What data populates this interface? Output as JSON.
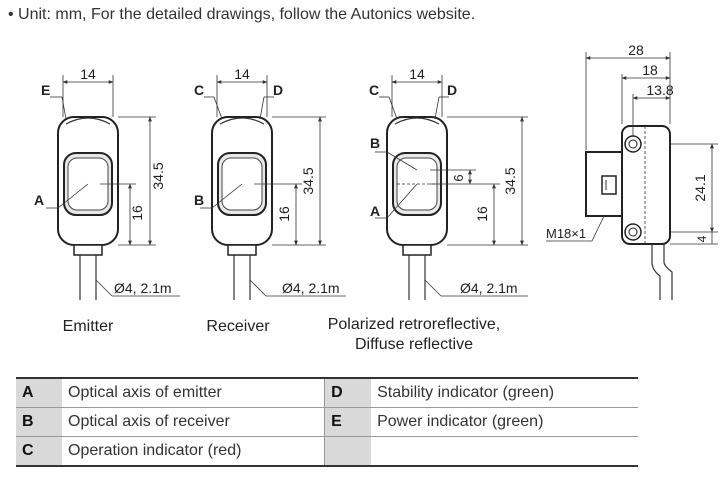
{
  "note": "• Unit: mm, For the detailed drawings, follow the Autonics website.",
  "sensors": [
    {
      "caption": [
        "Emitter"
      ],
      "width_label": "14",
      "height_label": "34.5",
      "axis_label": "16",
      "cable_label": "Ø4, 2.1m",
      "top_callouts": [
        "E"
      ],
      "side_callouts": [
        "A"
      ]
    },
    {
      "caption": [
        "Receiver"
      ],
      "width_label": "14",
      "height_label": "34.5",
      "axis_label": "16",
      "cable_label": "Ø4, 2.1m",
      "top_callouts": [
        "C",
        "D"
      ],
      "side_callouts": [
        "B"
      ]
    },
    {
      "caption": [
        "Polarized retroreflective,",
        "Diffuse reflective"
      ],
      "width_label": "14",
      "height_label": "34.5",
      "axis_label": "16",
      "gap_label": "6",
      "cable_label": "Ø4, 2.1m",
      "top_callouts": [
        "C",
        "D"
      ],
      "side_callouts": [
        "B",
        "A"
      ]
    }
  ],
  "side_view": {
    "dims": [
      "28",
      "18",
      "13.8",
      "24.1",
      "4"
    ],
    "thread_label": "M18×1"
  },
  "legend": [
    {
      "key": "A",
      "text": "Optical axis of emitter",
      "key2": "D",
      "text2": "Stability indicator (green)"
    },
    {
      "key": "B",
      "text": "Optical axis of receiver",
      "key2": "E",
      "text2": "Power indicator (green)"
    },
    {
      "key": "C",
      "text": "Operation indicator (red)",
      "key2": "",
      "text2": ""
    }
  ]
}
